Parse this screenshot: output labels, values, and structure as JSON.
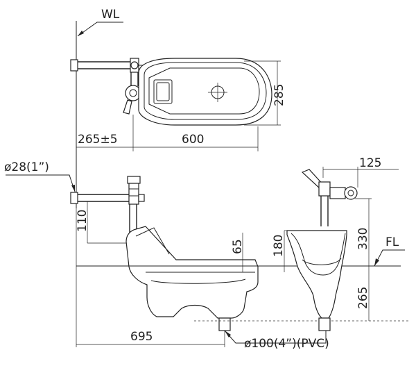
{
  "labels": {
    "wall_line": "WL",
    "floor_line": "FL",
    "pipe_diameter": "ø28(1”)",
    "drain_diameter": "ø100(4”)(PVC)"
  },
  "dimensions": {
    "offset_from_wall": "265±5",
    "bowl_length": "600",
    "bowl_width": "285",
    "flush_pipe_drop": "110",
    "rim_height_step": "65",
    "valve_offset": "125",
    "valve_height": "330",
    "rim_height": "180",
    "drain_depth": "265",
    "total_length": "695"
  }
}
